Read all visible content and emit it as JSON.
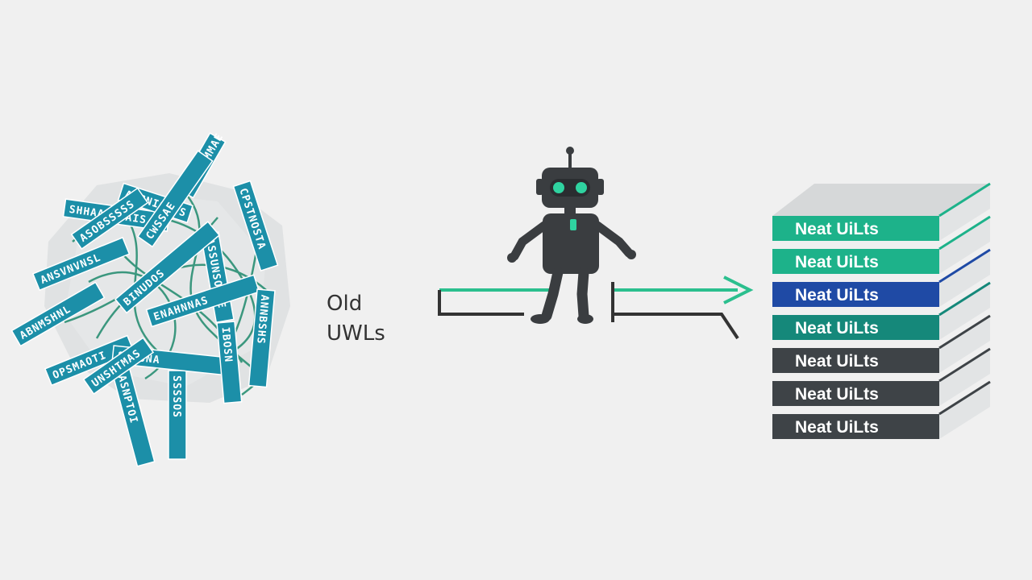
{
  "old_label": {
    "line1": "Old",
    "line2": "UWLs"
  },
  "tangled_tags": [
    "SHHAAAAAAIS",
    "ACGNIOVTS",
    "CPSTNOSTA",
    "ABSEHMMAE",
    "ANSVNVNSL",
    "ASOBSSSSS",
    "ASSUNSOHUE",
    "ABNMSHNL",
    "BINUDOS",
    "ENAHNNAS",
    "OPSMAOTI",
    "SSSSOS",
    "STNSNA",
    "IBOSN",
    "ANNBSHS",
    "ASNPTOI",
    "UNSHTMAS",
    "CWSSAE"
  ],
  "new_stack": [
    {
      "label": "Neat UiLts",
      "color": "#1db28a"
    },
    {
      "label": "Neat UiLts",
      "color": "#1db28a"
    },
    {
      "label": "Neat UiLts",
      "color": "#1f4aa5"
    },
    {
      "label": "Neat UiLts",
      "color": "#15887a"
    },
    {
      "label": "Neat UiLts",
      "color": "#3e4347"
    },
    {
      "label": "Neat UiLts",
      "color": "#3e4347"
    },
    {
      "label": "Neat UiLts",
      "color": "#3e4347"
    }
  ],
  "colors": {
    "background": "#f0f0f0",
    "tag_teal": "#1c8fa8",
    "wire_green": "#1e8a6c",
    "robot_body": "#3a3d40",
    "robot_eye": "#2fd3a0",
    "arrow_green": "#2bbf8e",
    "arrow_dark": "#333333"
  },
  "icons": {
    "robot": "robot-icon",
    "arrow": "right-arrow-icon"
  }
}
